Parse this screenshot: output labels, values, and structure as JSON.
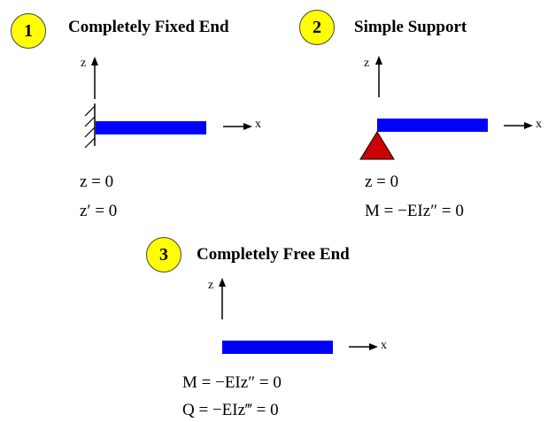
{
  "colors": {
    "badge": "#ffff00",
    "beam": "#0000ff",
    "support": "#cc0000"
  },
  "panels": [
    {
      "number": "1",
      "title": "Completely Fixed End",
      "support": "fixed-wall",
      "axis_z": "z",
      "axis_x": "x",
      "conditions": [
        "z = 0",
        "z′ = 0"
      ]
    },
    {
      "number": "2",
      "title": "Simple Support",
      "support": "triangle-pin",
      "axis_z": "z",
      "axis_x": "x",
      "conditions": [
        "z = 0",
        "M = −EIz″ = 0"
      ]
    },
    {
      "number": "3",
      "title": "Completely Free End",
      "support": "none",
      "axis_z": "z",
      "axis_x": "x",
      "conditions": [
        "M = −EIz″ = 0",
        "Q = −EIz‴ = 0"
      ]
    }
  ]
}
